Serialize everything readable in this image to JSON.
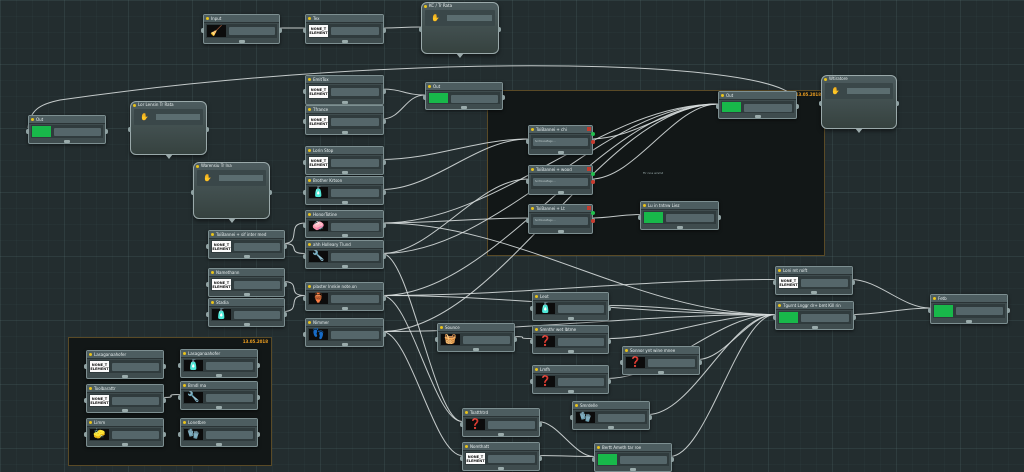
{
  "colors": {
    "accent": "#e7c21c",
    "output_green": "#18b84a",
    "group_tag": "#f0a020",
    "close_red": "#c23b2e"
  },
  "groups": [
    {
      "id": "g1",
      "tag": "13.05.2018"
    },
    {
      "id": "g2",
      "tag": "13.05.2018"
    }
  ],
  "nodes": [
    {
      "id": "n_a1",
      "type": "node",
      "title": "Input",
      "thumb": "black",
      "glyph": "🧹",
      "field": ""
    },
    {
      "id": "n_a2",
      "type": "node",
      "title": "Tex",
      "thumb": "white",
      "thumb_text": "NONE_T\nELEMENT",
      "field": ""
    },
    {
      "id": "n_a3",
      "type": "bubble",
      "title": "KC / Tr Rata",
      "field": ""
    },
    {
      "id": "n_b1",
      "type": "node",
      "title": "Out",
      "thumb": "green",
      "field": ""
    },
    {
      "id": "n_b2",
      "type": "bubble",
      "title": "Lor Lensin Tr Rata",
      "field": ""
    },
    {
      "id": "n_c1",
      "type": "node",
      "title": "EmitTox",
      "thumb": "white",
      "thumb_text": "NONE_T\nELEMENT",
      "field": ""
    },
    {
      "id": "n_c2",
      "type": "node",
      "title": "Tfrance",
      "thumb": "white",
      "thumb_text": "NONE_T\nELEMENT",
      "field": ""
    },
    {
      "id": "n_c3",
      "type": "node",
      "title": "Out",
      "thumb": "green",
      "field": ""
    },
    {
      "id": "n_d1",
      "type": "node",
      "title": "Out",
      "thumb": "green",
      "field": ""
    },
    {
      "id": "n_d2",
      "type": "bubble",
      "title": "Wtiratore",
      "field": ""
    },
    {
      "id": "n_e1",
      "type": "bubble",
      "title": "Warensiu Tr Ina",
      "field": ""
    },
    {
      "id": "n_e2",
      "type": "node",
      "title": "Lorin Stop",
      "thumb": "white",
      "thumb_text": "NONE_T\nELEMENT",
      "field": ""
    },
    {
      "id": "n_e3",
      "type": "node",
      "title": "Brother Krtson",
      "thumb": "black",
      "glyph": "🧴",
      "field": ""
    },
    {
      "id": "n_f1",
      "type": "node",
      "title": "ToiBannei + chi",
      "thumb": "none",
      "field": "Sortmaneflage ..."
    },
    {
      "id": "n_f2",
      "type": "node",
      "title": "ToiBannei + wood",
      "thumb": "none",
      "field": "Sortmaneflage ..."
    },
    {
      "id": "n_f3",
      "type": "node",
      "title": "ToiBannei + Lt",
      "thumb": "none",
      "field": "Sortmaneflage ..."
    },
    {
      "id": "n_f4",
      "type": "node",
      "title": "Lu in tntnw Liez",
      "thumb": "green",
      "field": ""
    },
    {
      "id": "n_g1",
      "type": "node",
      "title": "ToiBannei + sif inter med",
      "thumb": "white",
      "thumb_text": "NONE_T\nELEMENT",
      "field": ""
    },
    {
      "id": "n_g2",
      "type": "node",
      "title": "HonorTotine",
      "thumb": "black",
      "glyph": "🧼",
      "field": ""
    },
    {
      "id": "n_g3",
      "type": "node",
      "title": "ahh Holleary Tlund",
      "thumb": "black",
      "glyph": "🔧",
      "field": ""
    },
    {
      "id": "n_h1",
      "type": "node",
      "title": "Namethann",
      "thumb": "white",
      "thumb_text": "NONE_T\nELEMENT",
      "field": ""
    },
    {
      "id": "n_h2",
      "type": "node",
      "title": "Stadia",
      "thumb": "black",
      "glyph": "🧴",
      "field": ""
    },
    {
      "id": "n_h3",
      "type": "node",
      "title": "plaster Innkie note.on",
      "thumb": "black",
      "glyph": "🏺",
      "field": ""
    },
    {
      "id": "n_h4",
      "type": "node",
      "title": "Nimmer",
      "thumb": "black",
      "glyph": "👣",
      "field": ""
    },
    {
      "id": "n_i1",
      "type": "node",
      "title": "Loni mt roift",
      "thumb": "white",
      "thumb_text": "NONE_T\nELEMENT",
      "field": ""
    },
    {
      "id": "n_i2",
      "type": "node",
      "title": "Tgurnt Lnggr dr+ bmt Kill rin",
      "thumb": "green",
      "field": ""
    },
    {
      "id": "n_i3",
      "type": "node",
      "title": "Fetb",
      "thumb": "green",
      "field": ""
    },
    {
      "id": "n_j1",
      "type": "node",
      "title": "Leot",
      "thumb": "black",
      "glyph": "🧴",
      "field": ""
    },
    {
      "id": "n_j2",
      "type": "node",
      "title": "Sounce",
      "thumb": "black",
      "glyph": "🧺",
      "field": ""
    },
    {
      "id": "n_j3",
      "type": "node",
      "title": "Smnthr wet lbtme",
      "thumb": "black",
      "glyph": "❓",
      "field": ""
    },
    {
      "id": "n_j4",
      "type": "node",
      "title": "Sonnor ynt wine mnee",
      "thumb": "black",
      "glyph": "❓",
      "field": ""
    },
    {
      "id": "n_j5",
      "type": "node",
      "title": "Lmfh",
      "thumb": "black",
      "glyph": "❓",
      "field": ""
    },
    {
      "id": "n_k1",
      "type": "node",
      "title": "Toatthtrd",
      "thumb": "black",
      "glyph": "❓",
      "field": ""
    },
    {
      "id": "n_k2",
      "type": "node",
      "title": "Smrdelle",
      "thumb": "black",
      "glyph": "🧤",
      "field": ""
    },
    {
      "id": "n_k3",
      "type": "node",
      "title": "Nomthatt",
      "thumb": "white",
      "thumb_text": "NONE_T\nELEMENT",
      "field": ""
    },
    {
      "id": "n_k4",
      "type": "node",
      "title": "Bertt Ameth tar roe",
      "thumb": "green",
      "field": ""
    },
    {
      "id": "n_l1",
      "type": "node",
      "title": "Lasaganaahofer",
      "thumb": "white",
      "thumb_text": "NONE_T\nELEMENT",
      "field": ""
    },
    {
      "id": "n_l2",
      "type": "node",
      "title": "Lasaganaahofer",
      "thumb": "black",
      "glyph": "🧴",
      "field": ""
    },
    {
      "id": "n_l3",
      "type": "node",
      "title": "Toolbarattr",
      "thumb": "white",
      "thumb_text": "NONE_T\nELEMENT",
      "field": ""
    },
    {
      "id": "n_l4",
      "type": "node",
      "title": "Brndl ma",
      "thumb": "black",
      "glyph": "🔧",
      "field": ""
    },
    {
      "id": "n_l5",
      "type": "node",
      "title": "Limm",
      "thumb": "black",
      "glyph": "🧽",
      "field": ""
    },
    {
      "id": "n_l6",
      "type": "node",
      "title": "Lonetbre",
      "thumb": "black",
      "glyph": "🧤",
      "field": ""
    }
  ],
  "wire_labels": [
    {
      "id": "wl1",
      "text": "Fir nne wnmd"
    }
  ]
}
